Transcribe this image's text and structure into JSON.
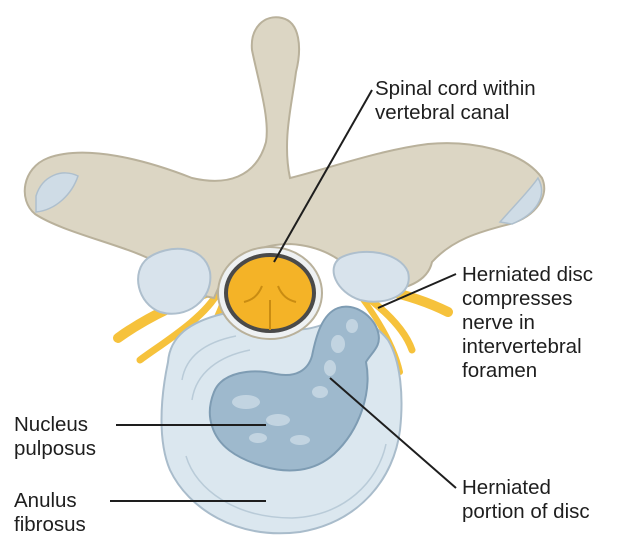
{
  "labels": {
    "spinal_cord": "Spinal cord within\nvertebral canal",
    "herniated_disc": "Herniated disc\ncompresses\nnerve in\nintervertebral\nforamen",
    "nucleus": "Nucleus\npulposus",
    "herniated_portion": "Herniated\nportion of disc",
    "anulus": "Anulus\nfibrosus"
  },
  "colors": {
    "bone": "#dcd6c4",
    "bone_edge": "#b9b19b",
    "spinal_cord": "#f4b327",
    "nerve": "#f6c23c",
    "disc": "#d9e6ef",
    "nucleus": "#9eb9cd",
    "leader": "#1e1e1e"
  }
}
